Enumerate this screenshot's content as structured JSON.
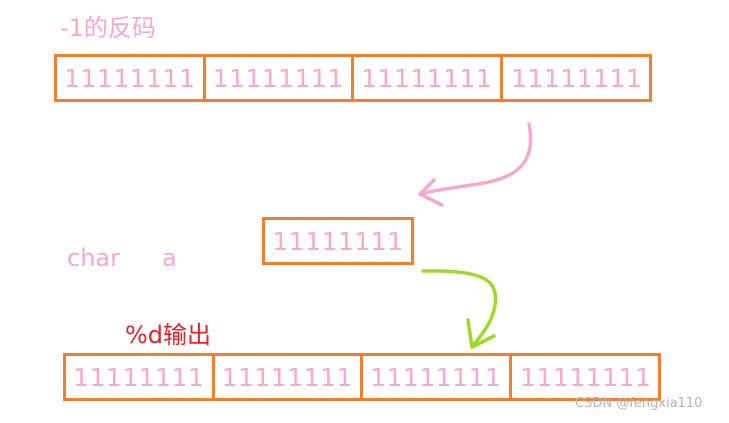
{
  "labels": {
    "top_title": "-1的反码",
    "bottom_title": "%d输出",
    "char_keyword": "char",
    "var_name": "a",
    "watermark": "CSDN @fengxia110"
  },
  "rows": {
    "top": [
      "11111111",
      "11111111",
      "11111111",
      "11111111"
    ],
    "middle": [
      "11111111"
    ],
    "bottom": [
      "11111111",
      "11111111",
      "11111111",
      "11111111"
    ]
  },
  "colors": {
    "box_border": "#f08030",
    "binary_text": "#f6a8cf",
    "pink_arrow": "#f6a8cf",
    "green_arrow": "#9fd82a",
    "bottom_title": "#e8222b"
  }
}
